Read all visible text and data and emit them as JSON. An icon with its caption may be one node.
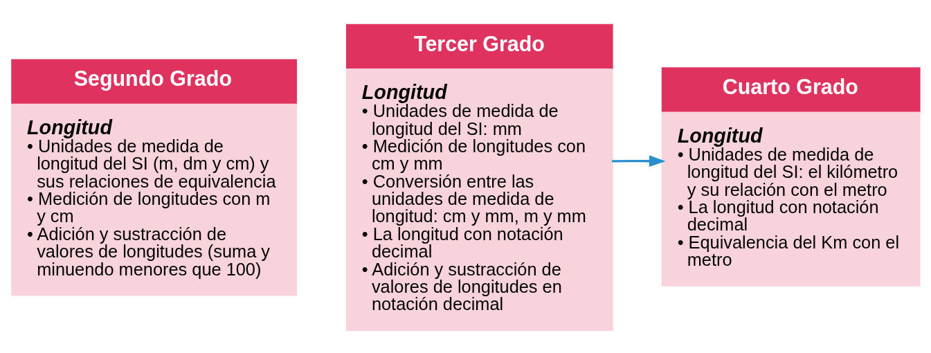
{
  "diagram": {
    "nodes": [
      {
        "text": [
          "Segundo Grado",
          "Longitud",
          "• Unidades de medida de longitud del SI (m, dm y cm) y sus relaciones de equivalencia",
          "• Medición de longitudes con m y cm",
          "• Adición y sustracción de valores de longitudes (suma y minuendo menores que 100)"
        ]
      },
      {
        "text": [
          "Tercer Grado",
          "Longitud",
          "• Unidades de medida de longitud del SI: mm",
          "• Medición de longitudes con cm y mm",
          "• Conversión entre las unidades de medida de longitud: cm y mm, m y mm",
          "• La longitud con notación decimal",
          "• Adición y sustracción de valores de longitudes en notación decimal"
        ]
      },
      {
        "text": [
          "Cuarto Grado",
          "Longitud",
          "• Unidades de medida de longitud del SI: el kilómetro y su relación con el metro",
          "• La longitud con notación decimal",
          "• Equivalencia del Km con el metro"
        ]
      }
    ],
    "edges": [
      {
        "from": 1,
        "to": 2,
        "arrow": "to",
        "color": "#2a8fd0"
      }
    ]
  }
}
